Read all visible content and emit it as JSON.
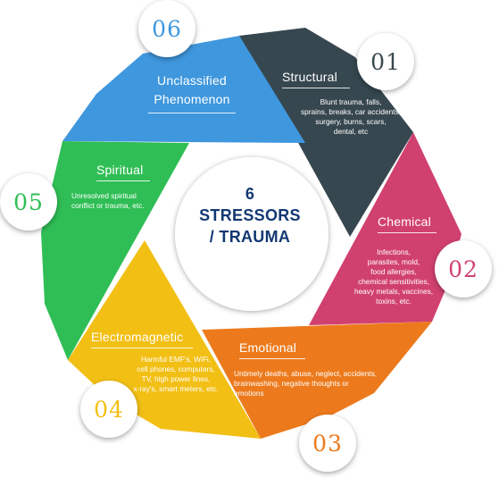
{
  "center": {
    "line1": "6",
    "line2": "STRESSORS",
    "line3": "/ TRAUMA"
  },
  "segments": [
    {
      "number": "01",
      "title": "Structural",
      "desc": [
        "Blunt trauma, falls,",
        "sprains, breaks, car accidents,",
        "surgery, burns, scars,",
        "dental, etc"
      ],
      "color": "#37474f"
    },
    {
      "number": "02",
      "title": "Chemical",
      "desc": [
        "Infections,",
        "parasites, mold,",
        "food allergies,",
        "chemical sensitivities,",
        "heavy metals, vaccines,",
        "toxins, etc."
      ],
      "color": "#d1416f"
    },
    {
      "number": "03",
      "title": "Emotional",
      "desc": [
        "Untimely deaths, abuse, neglect, accidents,",
        "brainwashing, negative thoughts or",
        "emotions"
      ],
      "color": "#ec7a1c"
    },
    {
      "number": "04",
      "title": "Electromagnetic",
      "desc": [
        "Harmful EMF's, WiFi,",
        "cell phones, computers,",
        "TV, high power lines,",
        "x-ray's, smart meters, etc."
      ],
      "color": "#f2bf15"
    },
    {
      "number": "05",
      "title": "Spiritual",
      "desc": [
        "Unresolved spiritual",
        "conflict or trauma, etc."
      ],
      "color": "#2fbe55"
    },
    {
      "number": "06",
      "title": "Unclassified",
      "title2": "Phenomenon",
      "desc": [],
      "color": "#3f97de"
    }
  ]
}
